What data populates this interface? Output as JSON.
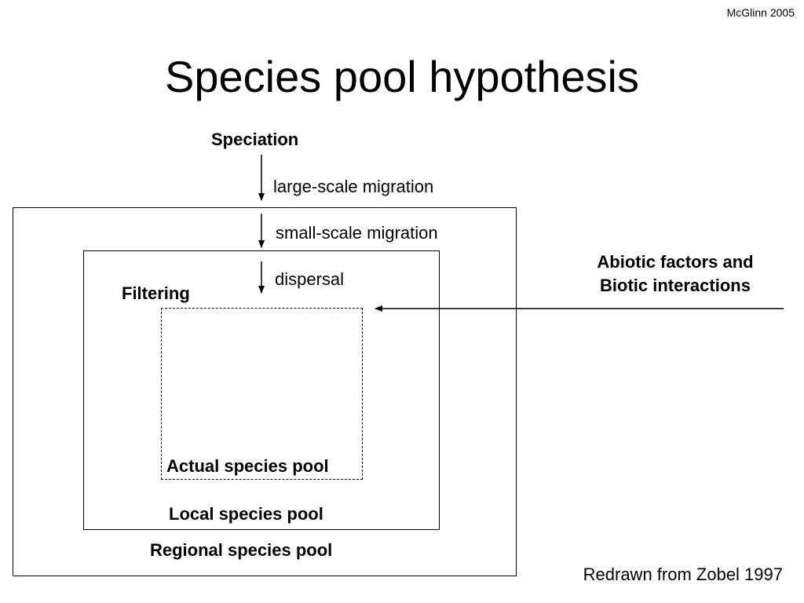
{
  "slide": {
    "credit": "McGlinn 2005",
    "title": "Species pool hypothesis",
    "source_note": "Redrawn from Zobel 1997"
  },
  "diagram": {
    "speciation": "Speciation",
    "large_scale_migration": "large-scale migration",
    "small_scale_migration": "small-scale migration",
    "dispersal": "dispersal",
    "filtering": "Filtering",
    "abiotic_factors_line1": "Abiotic factors and",
    "abiotic_factors_line2": "Biotic interactions",
    "actual_species_pool": "Actual species pool",
    "local_species_pool": "Local species pool",
    "regional_species_pool": "Regional species pool"
  }
}
